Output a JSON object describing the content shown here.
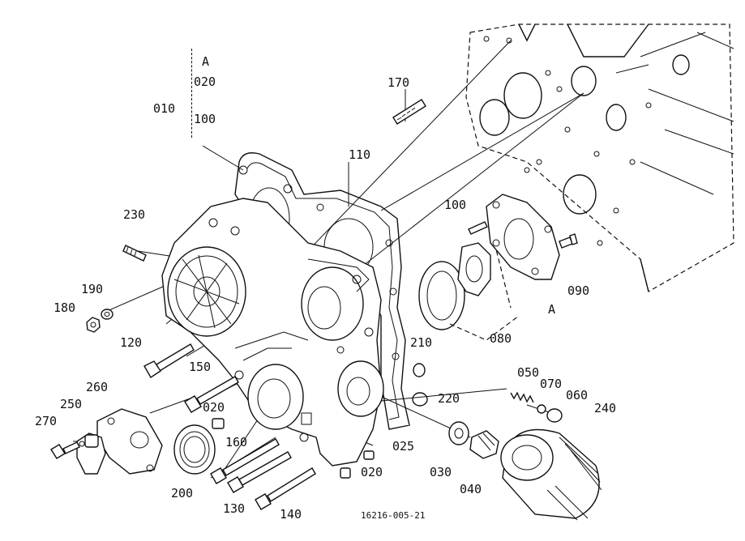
{
  "diagram": {
    "drawing_number": "16216-005-21",
    "callouts": [
      {
        "id": "c010",
        "text": "010"
      },
      {
        "id": "cA1",
        "text": "A"
      },
      {
        "id": "c020a",
        "text": "020"
      },
      {
        "id": "c100a",
        "text": "100"
      },
      {
        "id": "c170",
        "text": "170"
      },
      {
        "id": "c110",
        "text": "110"
      },
      {
        "id": "c100b",
        "text": "100"
      },
      {
        "id": "c090",
        "text": "090"
      },
      {
        "id": "cA2",
        "text": "A"
      },
      {
        "id": "c080",
        "text": "080"
      },
      {
        "id": "c230",
        "text": "230"
      },
      {
        "id": "c190",
        "text": "190"
      },
      {
        "id": "c180",
        "text": "180"
      },
      {
        "id": "c120",
        "text": "120"
      },
      {
        "id": "c210",
        "text": "210"
      },
      {
        "id": "c150",
        "text": "150"
      },
      {
        "id": "c050",
        "text": "050"
      },
      {
        "id": "c070",
        "text": "070"
      },
      {
        "id": "c060",
        "text": "060"
      },
      {
        "id": "c240",
        "text": "240"
      },
      {
        "id": "c220",
        "text": "220"
      },
      {
        "id": "c260",
        "text": "260"
      },
      {
        "id": "c250",
        "text": "250"
      },
      {
        "id": "c020b",
        "text": "020"
      },
      {
        "id": "c270",
        "text": "270"
      },
      {
        "id": "c160",
        "text": "160"
      },
      {
        "id": "c025",
        "text": "025"
      },
      {
        "id": "c020c",
        "text": "020"
      },
      {
        "id": "c030",
        "text": "030"
      },
      {
        "id": "c040",
        "text": "040"
      },
      {
        "id": "c200",
        "text": "200"
      },
      {
        "id": "c130",
        "text": "130"
      },
      {
        "id": "c140",
        "text": "140"
      }
    ]
  }
}
